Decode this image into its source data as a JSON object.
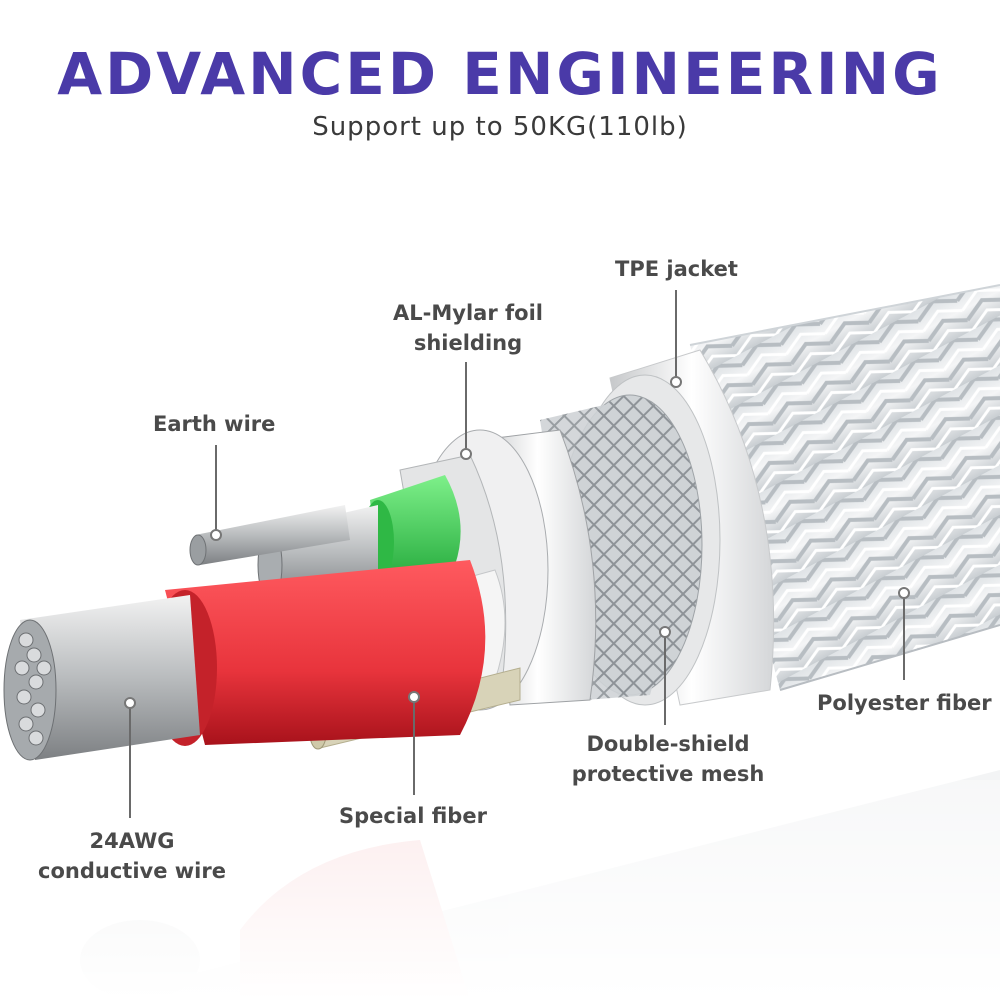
{
  "header": {
    "title": "ADVANCED ENGINEERING",
    "subtitle": "Support up to 50KG(110lb)"
  },
  "labels": {
    "tpe_jacket": "TPE jacket",
    "foil_line1": "AL-Mylar foil",
    "foil_line2": "shielding",
    "earth_wire": "Earth wire",
    "polyester_fiber": "Polyester fiber",
    "mesh_line1": "Double-shield",
    "mesh_line2": "protective mesh",
    "special_fiber": "Special fiber",
    "awg_line1": "24AWG",
    "awg_line2": "conductive wire"
  },
  "colors": {
    "title": "#4a3aa8",
    "subtitle": "#3a3a3a",
    "label": "#4a4a4a",
    "red_insulation": "#e8343c",
    "green_insulation": "#3fcf4f"
  }
}
